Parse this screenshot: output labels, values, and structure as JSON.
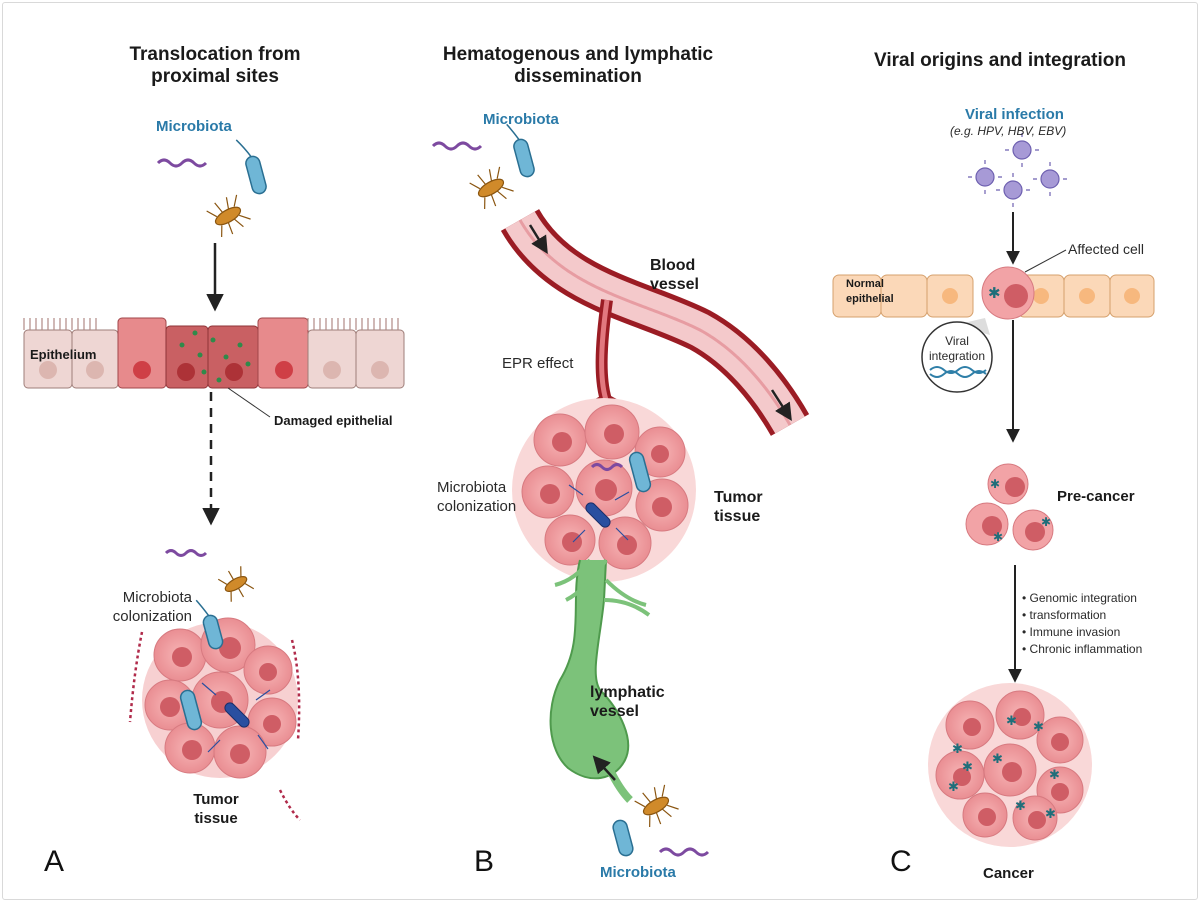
{
  "panel_a": {
    "heading_line1": "Translocation from",
    "heading_line2": "proximal sites",
    "microbiota": "Microbiota",
    "epithelium": "Epithelium",
    "damaged": "Damaged epithelial",
    "colonization_line1": "Microbiota",
    "colonization_line2": "colonization",
    "tumor_line1": "Tumor",
    "tumor_line2": "tissue",
    "letter": "A"
  },
  "panel_b": {
    "heading_line1": "Hematogenous and lymphatic",
    "heading_line2": "dissemination",
    "microbiota_top": "Microbiota",
    "blood_line1": "Blood",
    "blood_line2": "vessel",
    "epr": "EPR effect",
    "colonization_line1": "Microbiota",
    "colonization_line2": "colonization",
    "tumor_line1": "Tumor",
    "tumor_line2": "tissue",
    "lymph_line1": "lymphatic",
    "lymph_line2": "vessel",
    "microbiota_bottom": "Microbiota",
    "letter": "B"
  },
  "panel_c": {
    "heading": "Viral origins and integration",
    "viral_infection": "Viral infection",
    "examples": "(e.g. HPV, HBV, EBV)",
    "affected": "Affected cell",
    "normal_line1": "Normal",
    "normal_line2": "epithelial",
    "viral_line1": "Viral",
    "viral_line2": "integration",
    "precancer": "Pre-cancer",
    "steps": [
      "• Genomic integration",
      "• transformation",
      "• Immune invasion",
      "• Chronic inflammation"
    ],
    "cancer": "Cancer",
    "letter": "C"
  },
  "colors": {
    "microbiota_label": "#2a7aa8",
    "tumor_pink": "#f2a3a6",
    "blood_red": "#9b1c24",
    "lymph_green": "#7cc27a",
    "virus_purple": "#a79ad6",
    "epithelium_peach": "#fbd8b8"
  }
}
